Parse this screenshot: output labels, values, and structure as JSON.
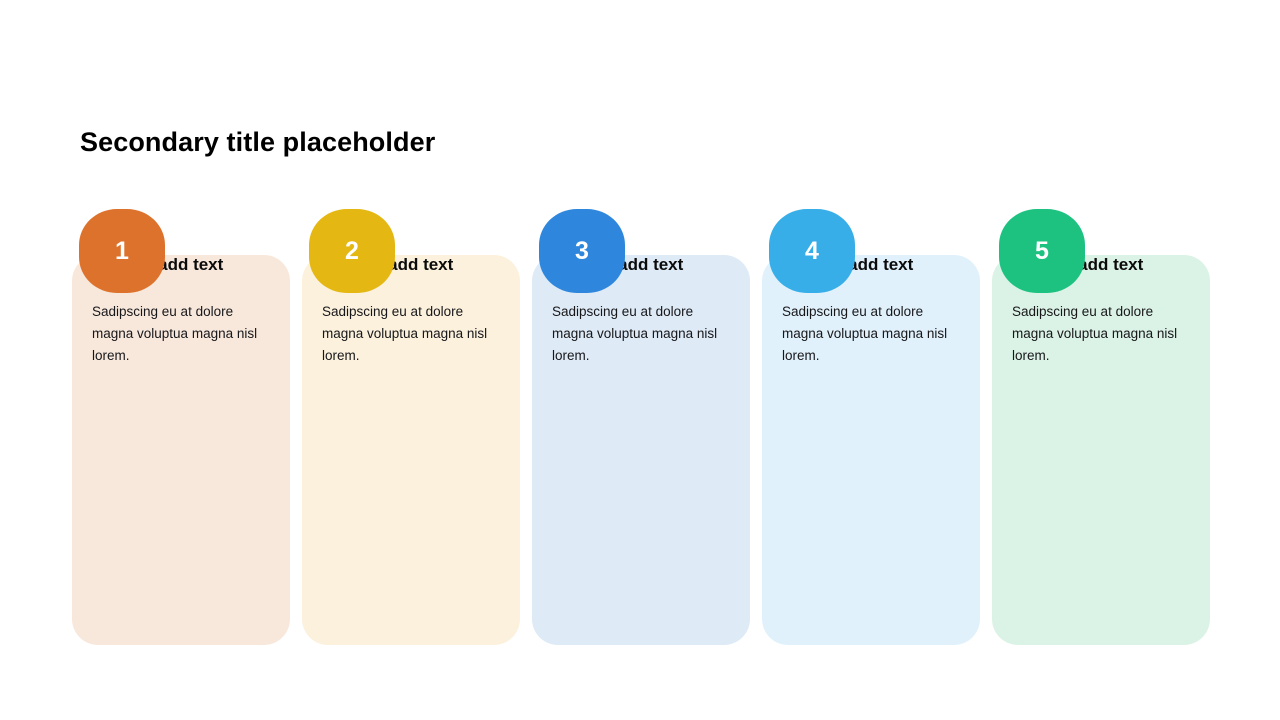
{
  "slide": {
    "title": "Secondary title placeholder",
    "background_color": "#FFFFFF",
    "title_color": "#000000"
  },
  "cards": [
    {
      "number": "1",
      "heading": "Click to add text",
      "body": "Sadipscing eu at dolore magna voluptua magna nisl lorem.",
      "badge_color": "#DD722D",
      "card_color": "#F8E8DC",
      "badge_text_color": "#FFFFFF"
    },
    {
      "number": "2",
      "heading": "Click to add text",
      "body": "Sadipscing eu at dolore magna voluptua magna nisl lorem.",
      "badge_color": "#E5B713",
      "card_color": "#FBF1DC",
      "badge_text_color": "#FFFFFF"
    },
    {
      "number": "3",
      "heading": "Click to add text",
      "body": "Sadipscing eu at dolore magna voluptua magna nisl lorem.",
      "badge_color": "#2E87DC",
      "card_color": "#DEEAF6",
      "badge_text_color": "#FFFFFF"
    },
    {
      "number": "4",
      "heading": "Click to add text",
      "body": "Sadipscing eu at dolore magna voluptua magna nisl lorem.",
      "badge_color": "#37AEE8",
      "card_color": "#E1F1FB",
      "badge_text_color": "#FFFFFF"
    },
    {
      "number": "5",
      "heading": "Click to add text",
      "body": "Sadipscing eu at dolore magna voluptua magna nisl lorem.",
      "badge_color": "#1DC281",
      "card_color": "#DBF3E6",
      "badge_text_color": "#FFFFFF"
    }
  ]
}
